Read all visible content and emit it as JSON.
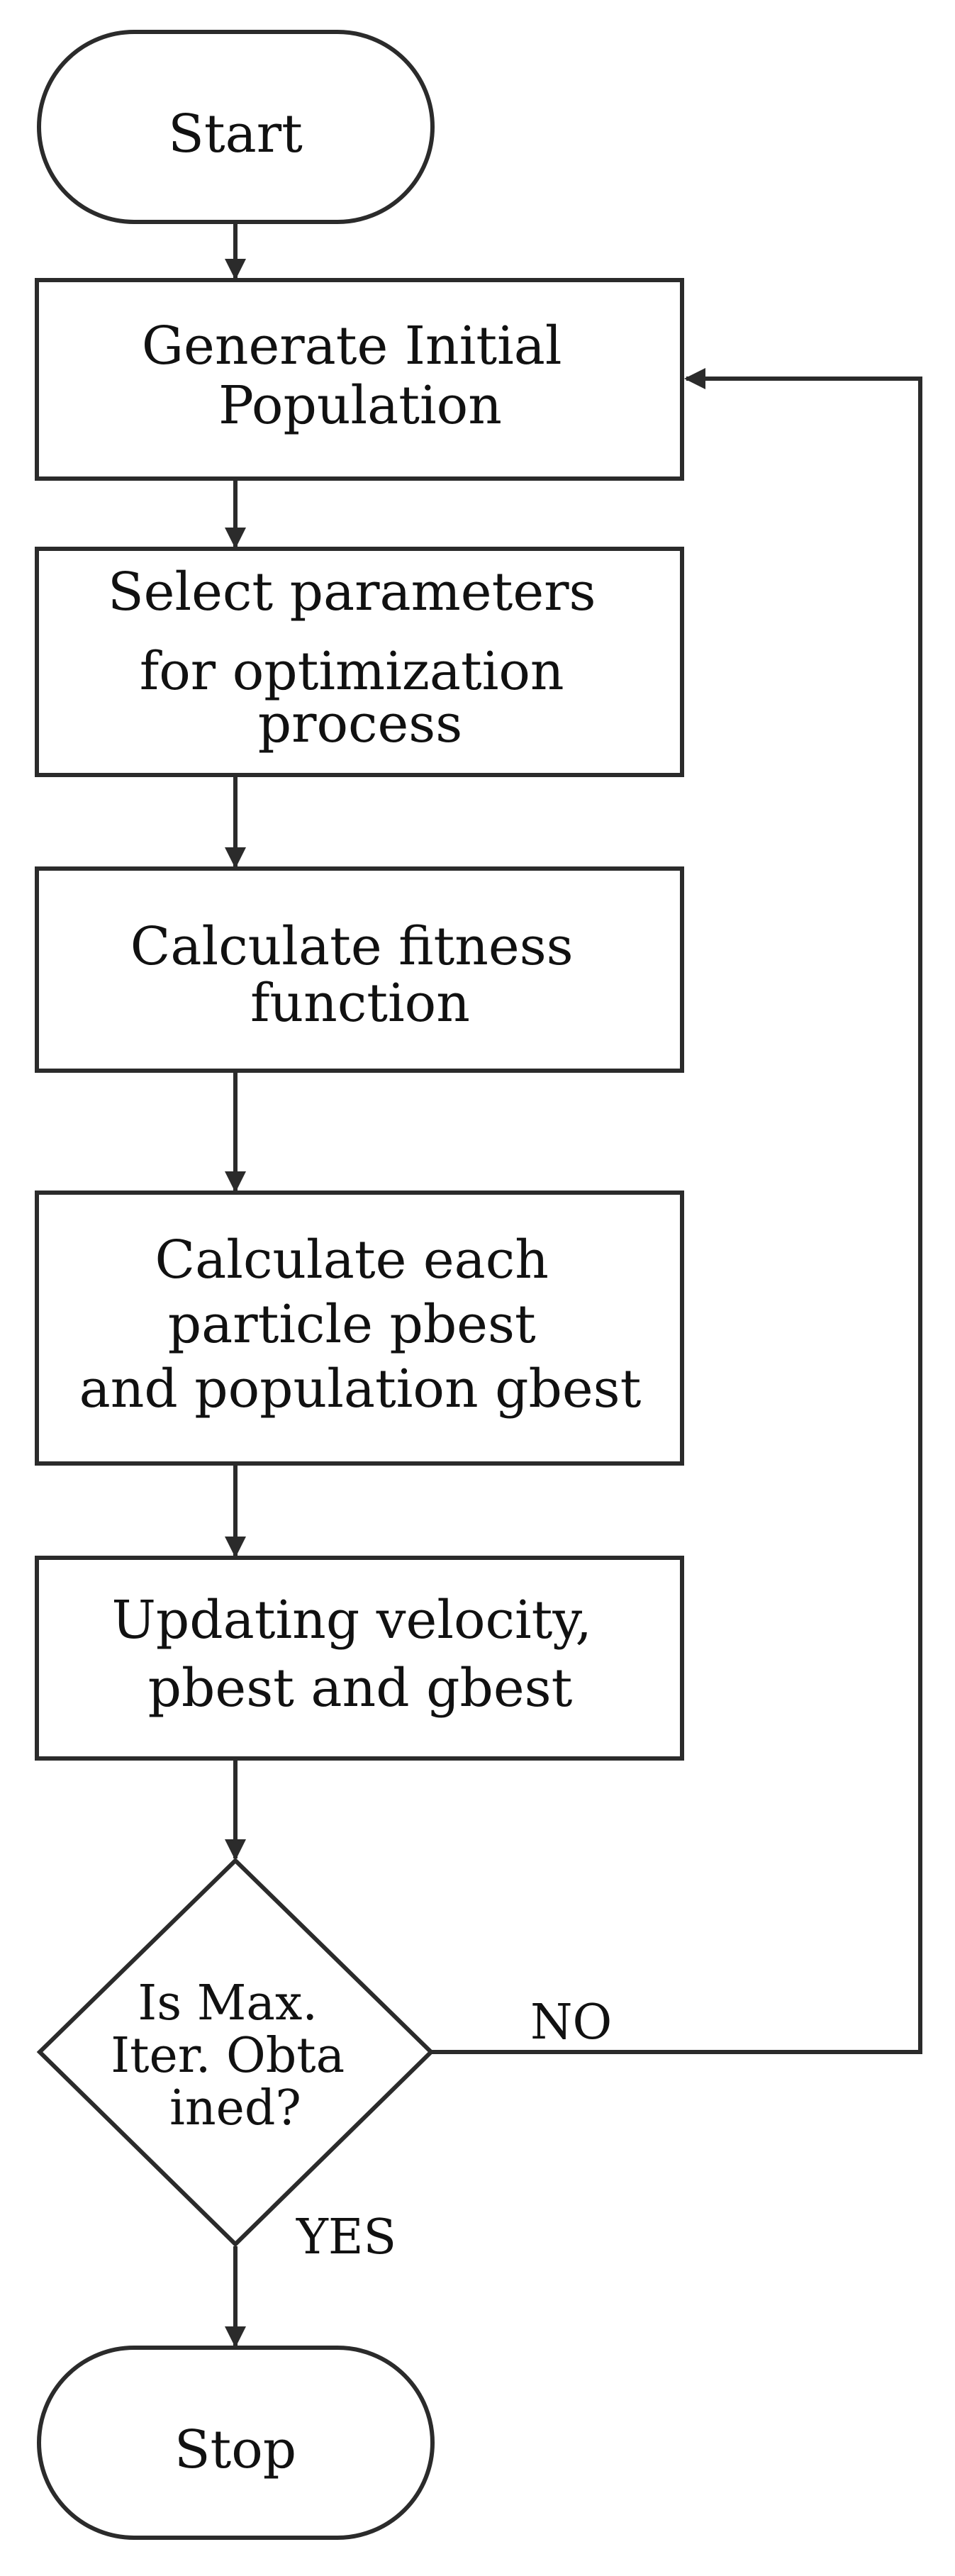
{
  "diagram": {
    "colors": {
      "stroke": "#2b2b2b",
      "text": "#111111",
      "fill": "#ffffff"
    },
    "nodes": {
      "start": {
        "shape": "terminal",
        "lines": [
          "Start"
        ]
      },
      "generate": {
        "shape": "process",
        "lines": [
          "Generate Initial",
          "Population"
        ]
      },
      "select": {
        "shape": "process",
        "lines": [
          "Select parameters",
          "for optimization",
          "process"
        ]
      },
      "fitness": {
        "shape": "process",
        "lines": [
          "Calculate fitness",
          "function"
        ]
      },
      "pbest": {
        "shape": "process",
        "lines": [
          "Calculate each",
          "particle pbest",
          "and population gbest"
        ]
      },
      "update": {
        "shape": "process",
        "lines": [
          "Updating velocity,",
          "pbest and gbest"
        ]
      },
      "decision": {
        "shape": "decision",
        "lines": [
          "Is Max.",
          "Iter. Obta",
          "ined?"
        ]
      },
      "stop": {
        "shape": "terminal",
        "lines": [
          "Stop"
        ]
      }
    },
    "edges": {
      "no_label": "NO",
      "yes_label": "YES"
    }
  }
}
